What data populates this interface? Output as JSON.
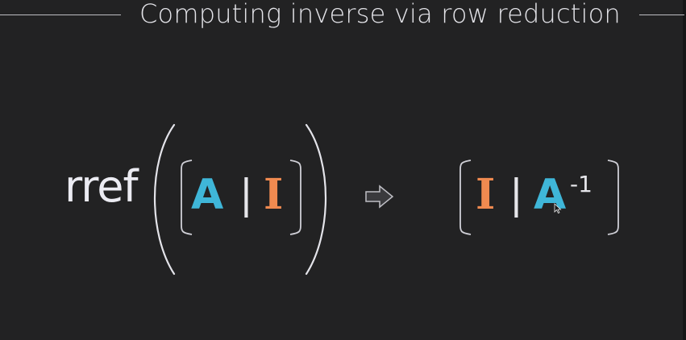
{
  "title": "Computing inverse via row reduction",
  "expression": {
    "function_name": "rref",
    "left_matrix": {
      "left": "A",
      "separator": "|",
      "right": "I"
    },
    "arrow_icon": "right-arrow-icon",
    "right_matrix": {
      "left": "I",
      "separator": "|",
      "right": "A",
      "exponent": "-1"
    }
  },
  "colors": {
    "background": "#222223",
    "text": "#e6e6ea",
    "matrix_A": "#3fb6d8",
    "matrix_I": "#f08a50"
  }
}
